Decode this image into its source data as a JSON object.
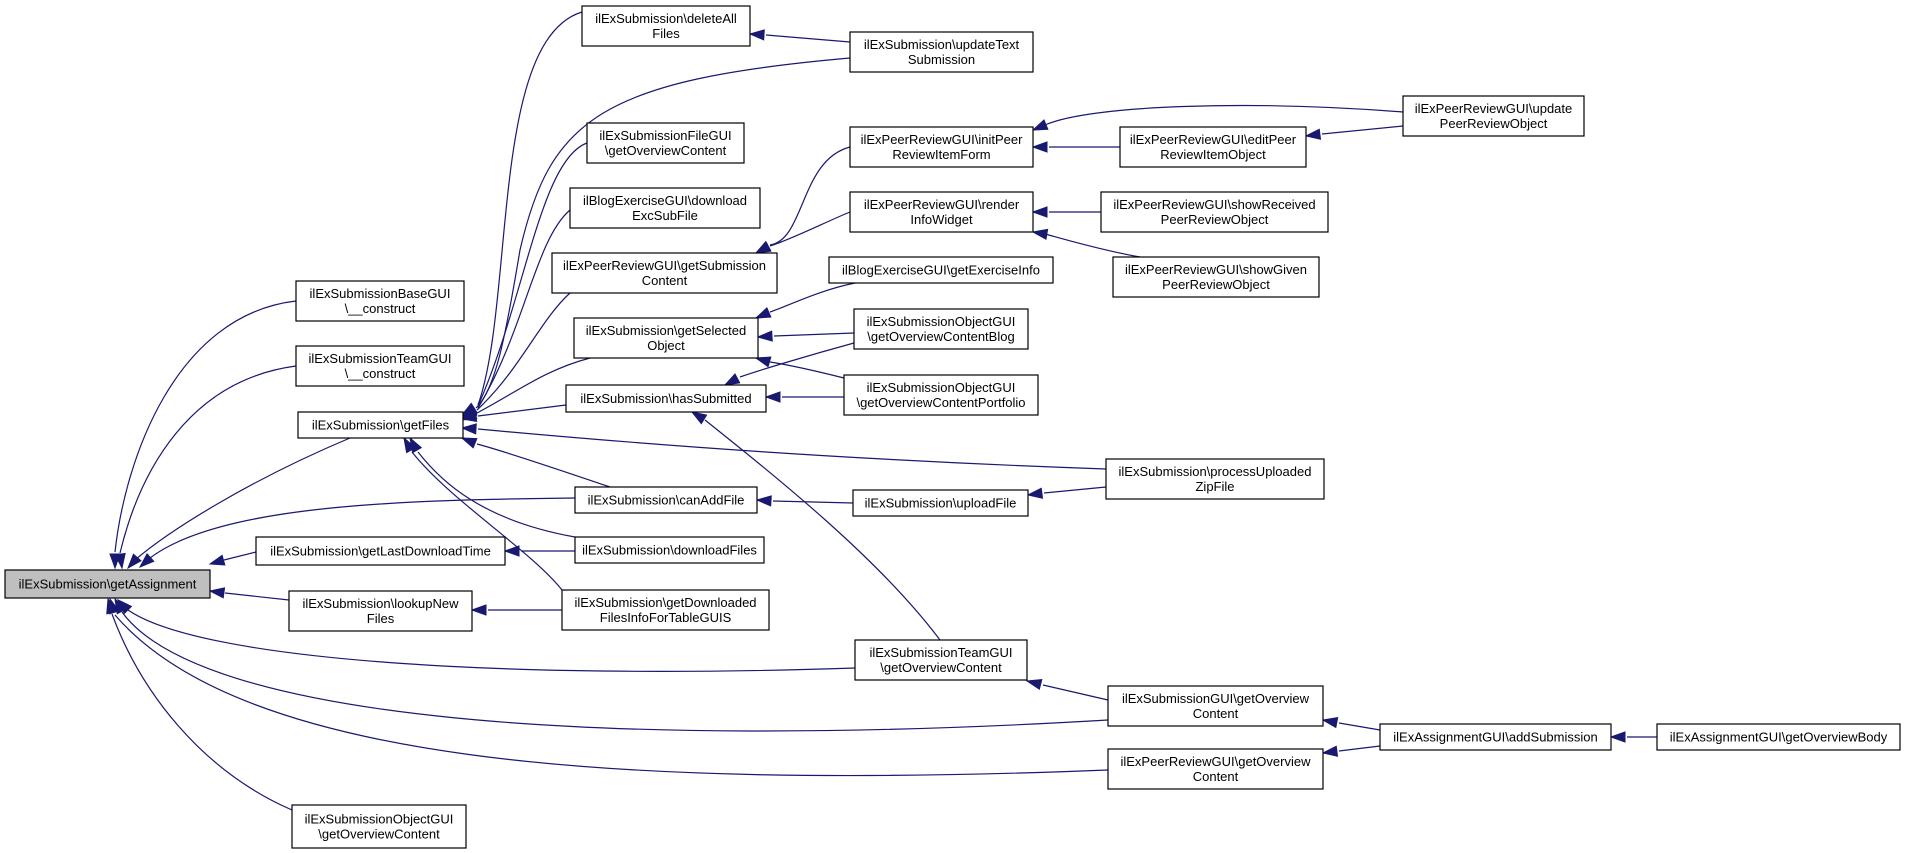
{
  "colors": {
    "edge": "#191970",
    "root_fill": "#bfbfbf",
    "node_fill": "#ffffff",
    "border": "#000000"
  },
  "nodes": [
    {
      "id": "getAssignment",
      "lines": [
        "ilExSubmission\\getAssignment"
      ],
      "root": true
    },
    {
      "id": "baseConstruct",
      "lines": [
        "ilExSubmissionBaseGUI",
        "\\__construct"
      ]
    },
    {
      "id": "teamConstruct",
      "lines": [
        "ilExSubmissionTeamGUI",
        "\\__construct"
      ]
    },
    {
      "id": "getFiles",
      "lines": [
        "ilExSubmission\\getFiles"
      ]
    },
    {
      "id": "getLastDownloadTime",
      "lines": [
        "ilExSubmission\\getLastDownloadTime"
      ]
    },
    {
      "id": "lookupNewFiles",
      "lines": [
        "ilExSubmission\\lookupNew",
        "Files"
      ]
    },
    {
      "id": "objGetOverview",
      "lines": [
        "ilExSubmissionObjectGUI",
        "\\getOverviewContent"
      ]
    },
    {
      "id": "deleteAllFiles",
      "lines": [
        "ilExSubmission\\deleteAll",
        "Files"
      ]
    },
    {
      "id": "fileGuiOverview",
      "lines": [
        "ilExSubmissionFileGUI",
        "\\getOverviewContent"
      ]
    },
    {
      "id": "blogDownload",
      "lines": [
        "ilBlogExerciseGUI\\download",
        "ExcSubFile"
      ]
    },
    {
      "id": "prGetSubmission",
      "lines": [
        "ilExPeerReviewGUI\\getSubmission",
        "Content"
      ]
    },
    {
      "id": "getSelectedObject",
      "lines": [
        "ilExSubmission\\getSelected",
        "Object"
      ]
    },
    {
      "id": "hasSubmitted",
      "lines": [
        "ilExSubmission\\hasSubmitted"
      ]
    },
    {
      "id": "canAddFile",
      "lines": [
        "ilExSubmission\\canAddFile"
      ]
    },
    {
      "id": "downloadFiles",
      "lines": [
        "ilExSubmission\\downloadFiles"
      ]
    },
    {
      "id": "getDownloadedFiles",
      "lines": [
        "ilExSubmission\\getDownloaded",
        "FilesInfoForTableGUIS"
      ]
    },
    {
      "id": "updateText",
      "lines": [
        "ilExSubmission\\updateText",
        "Submission"
      ]
    },
    {
      "id": "initPeer",
      "lines": [
        "ilExPeerReviewGUI\\initPeer",
        "ReviewItemForm"
      ]
    },
    {
      "id": "renderInfo",
      "lines": [
        "ilExPeerReviewGUI\\render",
        "InfoWidget"
      ]
    },
    {
      "id": "blogExerciseInfo",
      "lines": [
        "ilBlogExerciseGUI\\getExerciseInfo"
      ]
    },
    {
      "id": "objOverviewBlog",
      "lines": [
        "ilExSubmissionObjectGUI",
        "\\getOverviewContentBlog"
      ]
    },
    {
      "id": "objOverviewPortfolio",
      "lines": [
        "ilExSubmissionObjectGUI",
        "\\getOverviewContentPortfolio"
      ]
    },
    {
      "id": "uploadFile",
      "lines": [
        "ilExSubmission\\uploadFile"
      ]
    },
    {
      "id": "teamOverview",
      "lines": [
        "ilExSubmissionTeamGUI",
        "\\getOverviewContent"
      ]
    },
    {
      "id": "editPeer",
      "lines": [
        "ilExPeerReviewGUI\\editPeer",
        "ReviewItemObject"
      ]
    },
    {
      "id": "showReceived",
      "lines": [
        "ilExPeerReviewGUI\\showReceived",
        "PeerReviewObject"
      ]
    },
    {
      "id": "showGiven",
      "lines": [
        "ilExPeerReviewGUI\\showGiven",
        "PeerReviewObject"
      ]
    },
    {
      "id": "processZip",
      "lines": [
        "ilExSubmission\\processUploaded",
        "ZipFile"
      ]
    },
    {
      "id": "subGuiOverview",
      "lines": [
        "ilExSubmissionGUI\\getOverview",
        "Content"
      ]
    },
    {
      "id": "prGuiOverview",
      "lines": [
        "ilExPeerReviewGUI\\getOverview",
        "Content"
      ]
    },
    {
      "id": "updatePeer",
      "lines": [
        "ilExPeerReviewGUI\\update",
        "PeerReviewObject"
      ]
    },
    {
      "id": "addSubmission",
      "lines": [
        "ilExAssignmentGUI\\addSubmission"
      ]
    },
    {
      "id": "getOverviewBody",
      "lines": [
        "ilExAssignmentGUI\\getOverviewBody"
      ]
    }
  ],
  "edges": [
    {
      "from": "baseConstruct",
      "to": "getAssignment"
    },
    {
      "from": "teamConstruct",
      "to": "getAssignment"
    },
    {
      "from": "getFiles",
      "to": "getAssignment"
    },
    {
      "from": "canAddFile",
      "to": "getAssignment"
    },
    {
      "from": "getLastDownloadTime",
      "to": "getAssignment"
    },
    {
      "from": "lookupNewFiles",
      "to": "getAssignment"
    },
    {
      "from": "teamOverview",
      "to": "getAssignment"
    },
    {
      "from": "subGuiOverview",
      "to": "getAssignment"
    },
    {
      "from": "prGuiOverview",
      "to": "getAssignment"
    },
    {
      "from": "objGetOverview",
      "to": "getAssignment"
    },
    {
      "from": "deleteAllFiles",
      "to": "getFiles"
    },
    {
      "from": "updateText",
      "to": "getFiles"
    },
    {
      "from": "fileGuiOverview",
      "to": "getFiles"
    },
    {
      "from": "blogDownload",
      "to": "getFiles"
    },
    {
      "from": "prGetSubmission",
      "to": "getFiles"
    },
    {
      "from": "getSelectedObject",
      "to": "getFiles"
    },
    {
      "from": "hasSubmitted",
      "to": "getFiles"
    },
    {
      "from": "processZip",
      "to": "getFiles"
    },
    {
      "from": "canAddFile",
      "to": "getFiles"
    },
    {
      "from": "downloadFiles",
      "to": "getFiles"
    },
    {
      "from": "getDownloadedFiles",
      "to": "getFiles"
    },
    {
      "from": "downloadFiles",
      "to": "getLastDownloadTime"
    },
    {
      "from": "getDownloadedFiles",
      "to": "lookupNewFiles"
    },
    {
      "from": "updateText",
      "to": "deleteAllFiles"
    },
    {
      "from": "initPeer",
      "to": "prGetSubmission"
    },
    {
      "from": "renderInfo",
      "to": "prGetSubmission"
    },
    {
      "from": "blogExerciseInfo",
      "to": "getSelectedObject"
    },
    {
      "from": "objOverviewBlog",
      "to": "getSelectedObject"
    },
    {
      "from": "objOverviewPortfolio",
      "to": "getSelectedObject"
    },
    {
      "from": "objOverviewBlog",
      "to": "hasSubmitted"
    },
    {
      "from": "objOverviewPortfolio",
      "to": "hasSubmitted"
    },
    {
      "from": "teamOverview",
      "to": "hasSubmitted"
    },
    {
      "from": "uploadFile",
      "to": "canAddFile"
    },
    {
      "from": "processZip",
      "to": "uploadFile"
    },
    {
      "from": "updatePeer",
      "to": "initPeer"
    },
    {
      "from": "editPeer",
      "to": "initPeer"
    },
    {
      "from": "updatePeer",
      "to": "editPeer"
    },
    {
      "from": "showReceived",
      "to": "renderInfo"
    },
    {
      "from": "showGiven",
      "to": "renderInfo"
    },
    {
      "from": "subGuiOverview",
      "to": "teamOverview"
    },
    {
      "from": "addSubmission",
      "to": "subGuiOverview"
    },
    {
      "from": "addSubmission",
      "to": "prGuiOverview"
    },
    {
      "from": "getOverviewBody",
      "to": "addSubmission"
    }
  ]
}
